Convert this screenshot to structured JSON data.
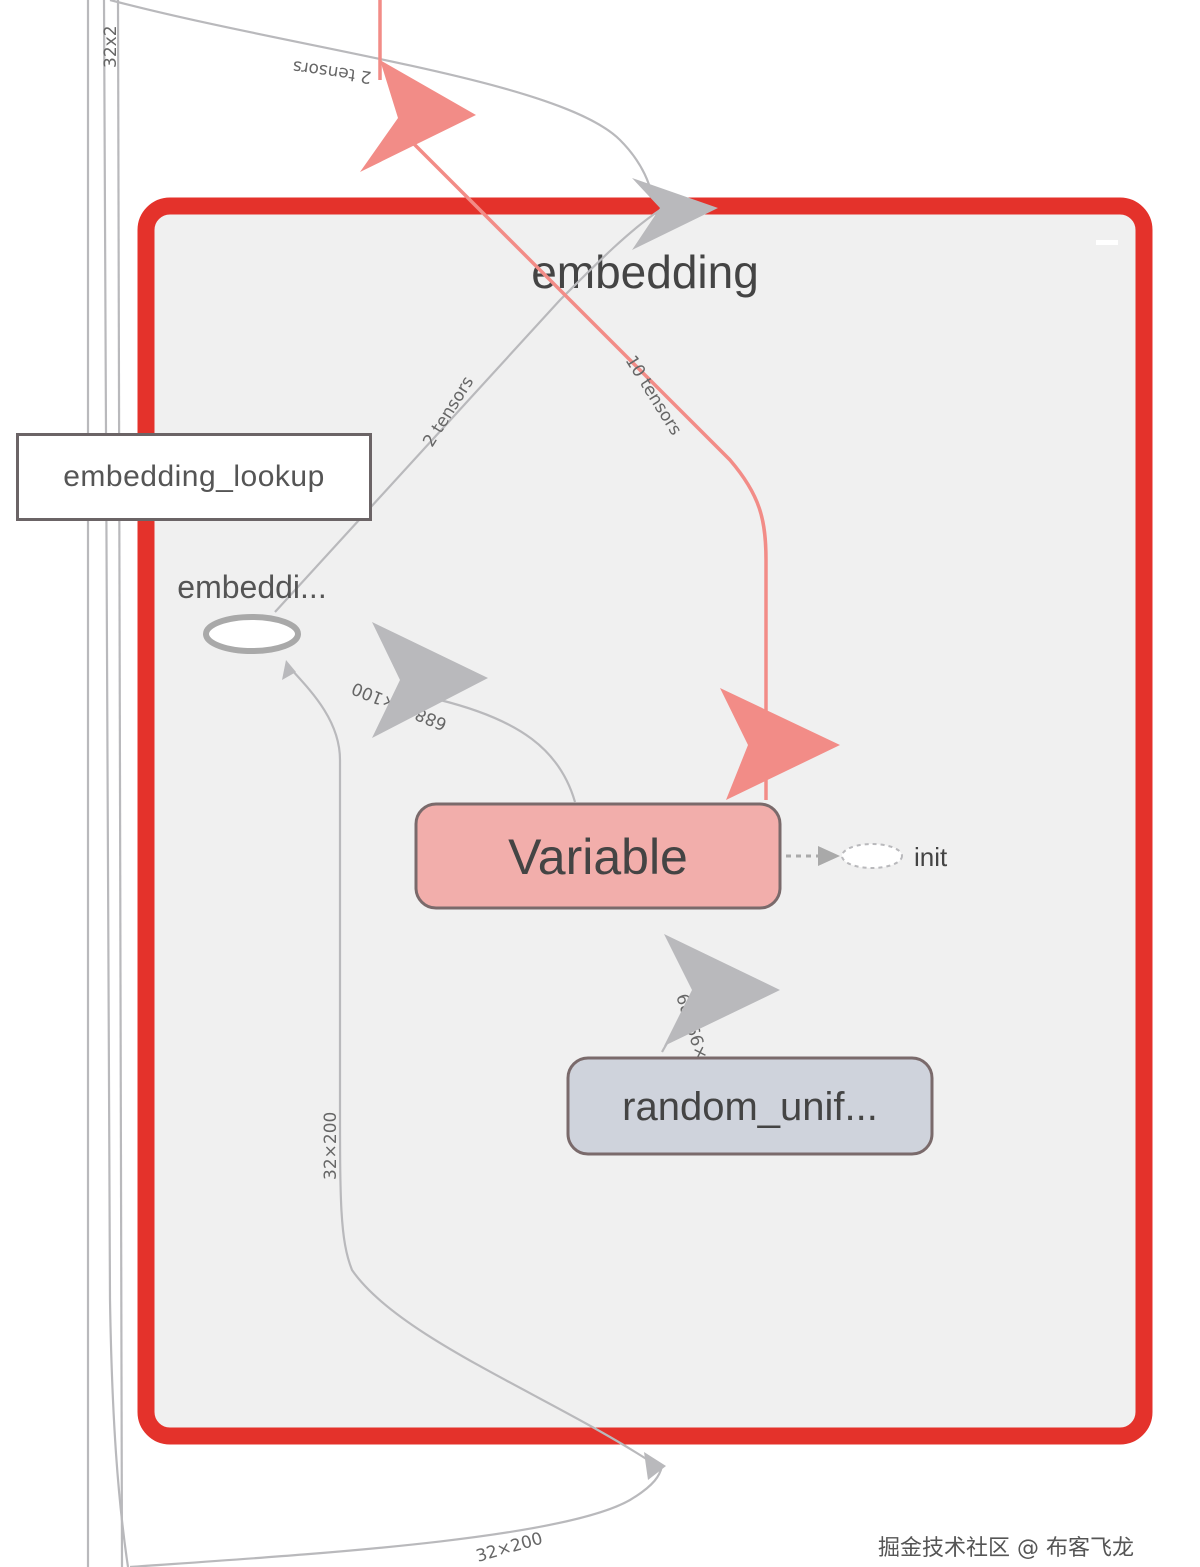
{
  "group": {
    "title": "embedding",
    "border_color": "#e4322b",
    "fill_color": "#f0f0f0"
  },
  "nodes": {
    "embedding_op": "embeddi...",
    "variable": "Variable",
    "random_uniform": "random_unif...",
    "init": "init",
    "lookup_tooltip": "embedding_lookup"
  },
  "edge_labels": {
    "top_two_tensors": "2 tensors",
    "inner_two_tensors": "2 tensors",
    "ten_tensors": "10 tensors",
    "top_shape": "32x2",
    "var_shape": "68866×100",
    "rand_shape": "68866×10",
    "input_shape": "32×200",
    "bottom_shape": "32×200"
  },
  "colors": {
    "variable_fill": "#f2aeab",
    "random_fill": "#cfd3dc",
    "ref_edge": "#f28c87",
    "data_edge": "#b9b9bc"
  },
  "watermark": "掘金技术社区 @ 布客飞龙"
}
